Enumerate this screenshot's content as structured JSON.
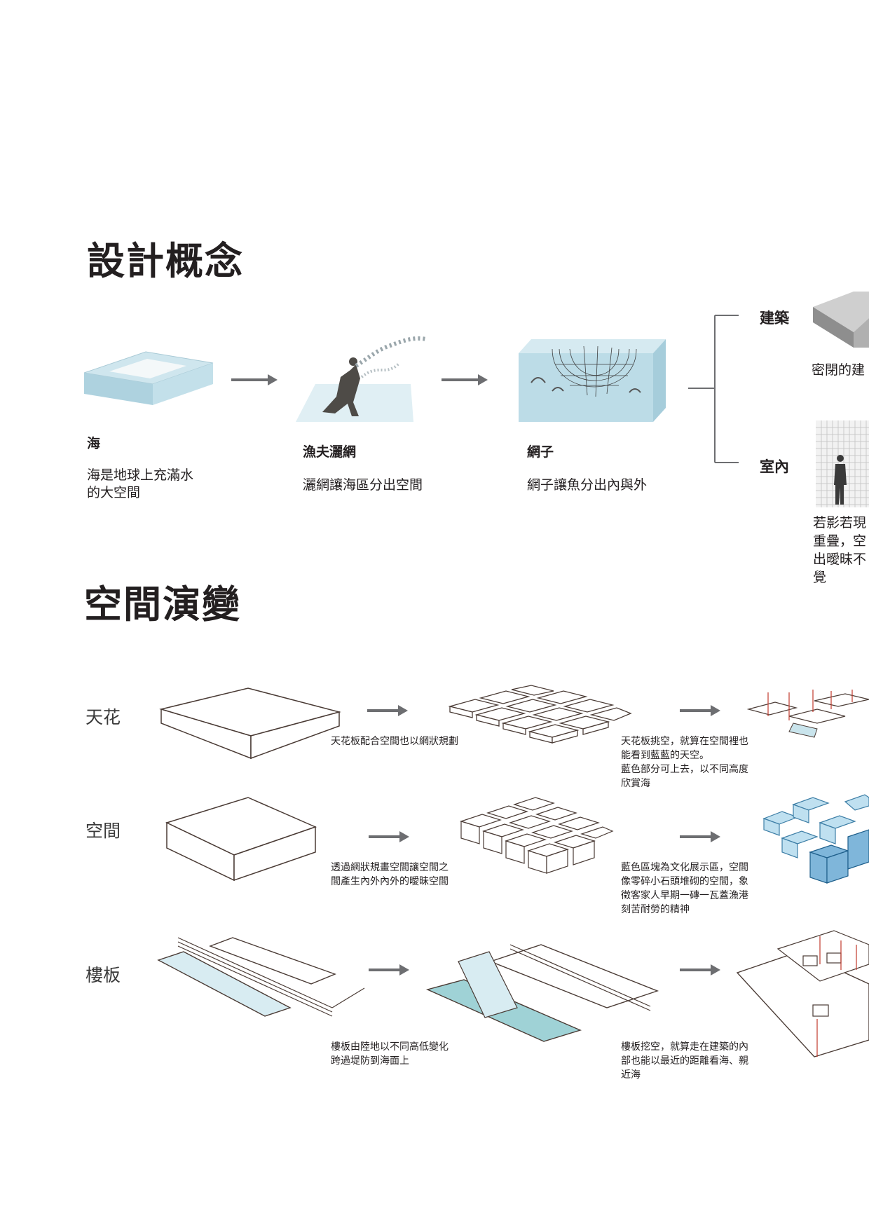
{
  "section1": {
    "title": "設計概念",
    "step_sea": {
      "title": "海",
      "desc_line1": "海是地球上充滿水",
      "desc_line2": "的大空間"
    },
    "step_fisher": {
      "title": "漁夫灑網",
      "desc": "灑網讓海區分出空間"
    },
    "step_net": {
      "title": "網子",
      "desc": "網子讓魚分出內與外"
    },
    "branch_building": {
      "label": "建築",
      "desc": "密閉的建"
    },
    "branch_interior": {
      "label": "室內",
      "desc_line1": "若影若現",
      "desc_line2": "重疊，空",
      "desc_line3": "出曖昧不",
      "desc_line4": "覺"
    }
  },
  "section2": {
    "title": "空間演變",
    "rows": [
      {
        "label": "天花",
        "note_a": "天花板配合空間也以網狀規劃",
        "note_b_lines": [
          "天花板挑空，就算在空間裡也",
          "能看到藍藍的天空。",
          "藍色部分可上去，以不同高度",
          "欣賞海"
        ]
      },
      {
        "label": "空間",
        "note_a_lines": [
          "透過網狀規畫空間讓空間之",
          "間產生內外內外的曖昧空間"
        ],
        "note_b_lines": [
          "藍色區塊為文化展示區，空間",
          "像零碎小石頭堆砌的空間，象",
          "徵客家人早期一磚一瓦蓋漁港",
          "刻苦耐勞的精神"
        ]
      },
      {
        "label": "樓板",
        "note_a_lines": [
          "樓板由陸地以不同高低變化",
          "跨過堤防到海面上"
        ],
        "note_b_lines": [
          "樓板挖空，就算走在建築的內",
          "部也能以最近的距離看海、親",
          "近海"
        ]
      }
    ]
  },
  "colors": {
    "text": "#231f20",
    "water": "#b9dbe6",
    "arrow": "#6d6e71",
    "outline": "#4a3b35",
    "accent_red": "#c0392b"
  }
}
